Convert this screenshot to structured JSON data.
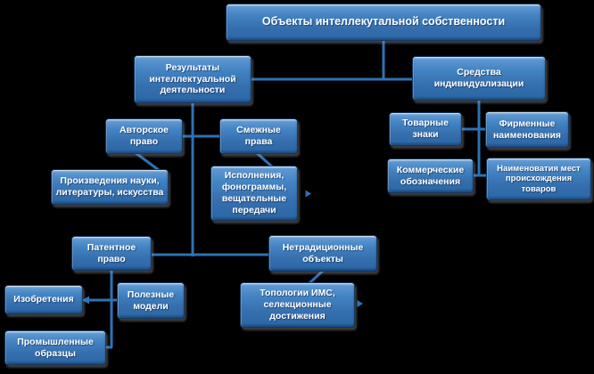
{
  "theme": {
    "background": "#000000",
    "box_border": "#17375E",
    "connector": "#2D72B3",
    "box_text": "#FFFFFF",
    "box_fill_top": "#9CC3E8",
    "box_fill_mid": "#4384C4",
    "box_fill_bottom": "#2A66A5"
  },
  "diagram": {
    "type": "hierarchy-flowchart",
    "nodes": {
      "objects": {
        "label": "Объекты интеллекутальной собственности"
      },
      "results": {
        "label": "Результаты интеллектуальной деятельности"
      },
      "individualization": {
        "label": "Средства индивидуализации"
      },
      "copyright": {
        "label": "Авторское право"
      },
      "related_rights": {
        "label": "Смежные права"
      },
      "works": {
        "label": "Произведения науки, литературы, искусства"
      },
      "performances": {
        "label": "Исполнения, фонограммы, вещательные передачи"
      },
      "trademarks": {
        "label": "Товарные знаки"
      },
      "trade_names": {
        "label": "Фирменные наименования"
      },
      "commercial_designations": {
        "label": "Коммерческие обозначения"
      },
      "appellations_of_origin": {
        "label": "Наименоватия мест происхождения товаров"
      },
      "patent_law": {
        "label": "Патентное право"
      },
      "nontraditional": {
        "label": "Нетрадиционные объекты"
      },
      "inventions": {
        "label": "Изобретения"
      },
      "utility_models": {
        "label": "Полезные модели"
      },
      "industrial_designs": {
        "label": "Промышленные образцы"
      },
      "topologies": {
        "label": "Топологии ИМС, селекционные достижения"
      }
    }
  }
}
